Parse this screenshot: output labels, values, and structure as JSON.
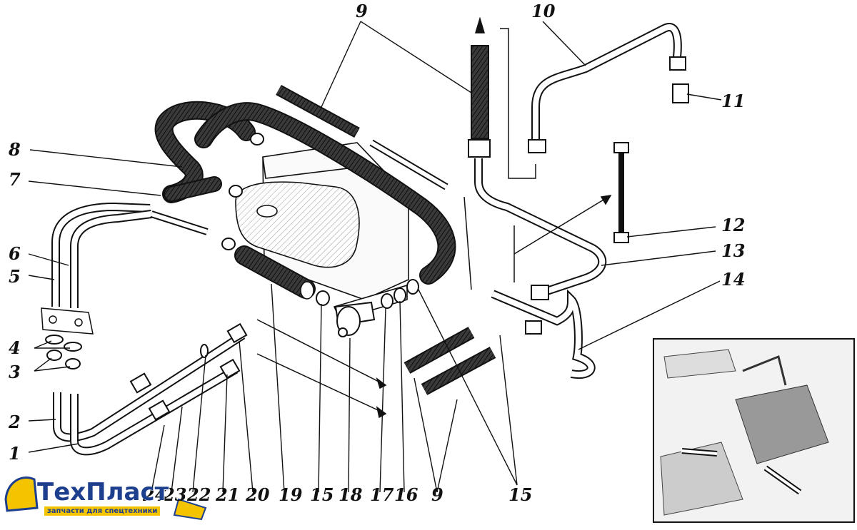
{
  "callouts": [
    "1",
    "2",
    "3",
    "4",
    "5",
    "6",
    "7",
    "8",
    "9",
    "10",
    "11",
    "12",
    "13",
    "14",
    "15",
    "16",
    "17",
    "18",
    "19",
    "20",
    "21",
    "22",
    "23",
    "24"
  ],
  "brand": {
    "name": "ТехПласт",
    "tagline": "запчасти для спецтехники",
    "colors": {
      "blue": "#1d3f8e",
      "yellow": "#f5c400"
    }
  },
  "colors": {
    "ink": "#111111",
    "paper": "#ffffff",
    "hose": "#222222"
  }
}
